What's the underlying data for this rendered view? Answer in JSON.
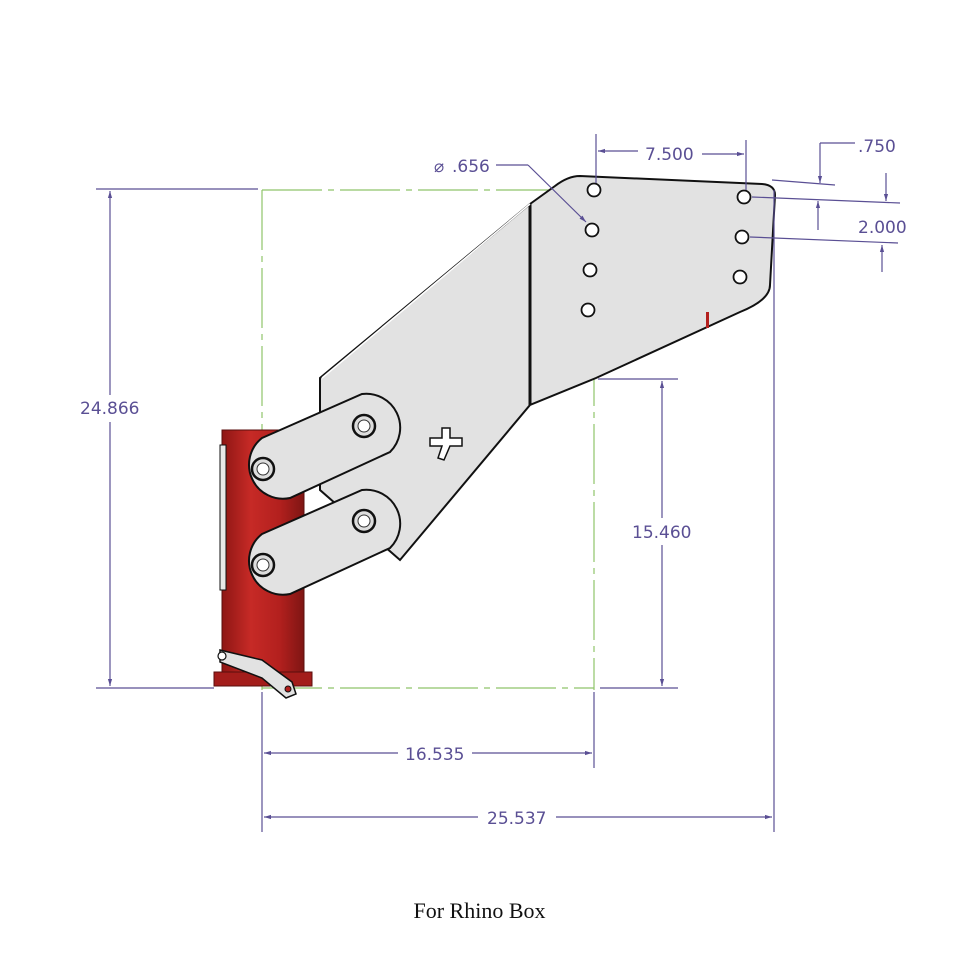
{
  "caption": "For Rhino Box",
  "colors": {
    "dimension": "#5a4f94",
    "centerline": "#8fc46a",
    "plate_fill": "#e2e2e2",
    "outline": "#111111",
    "post_red": "#b3201e",
    "post_red_dark": "#7e1513"
  },
  "dimensions": {
    "overall_height": "24.866",
    "post_to_bracket_height": "15.460",
    "post_to_hole_column_width": "16.535",
    "overall_width": "25.537",
    "hole_column_spacing": "7.500",
    "hole_diameter_symbol": "⌀",
    "hole_diameter": ".656",
    "edge_offset": ".750",
    "hole_spacing": "2.000"
  },
  "components": {
    "mounting_plate": "mounting-plate",
    "post": "receiver-post",
    "links": [
      "upper-link",
      "lower-link"
    ],
    "holes_left_column": 4,
    "holes_right_column": 3
  }
}
